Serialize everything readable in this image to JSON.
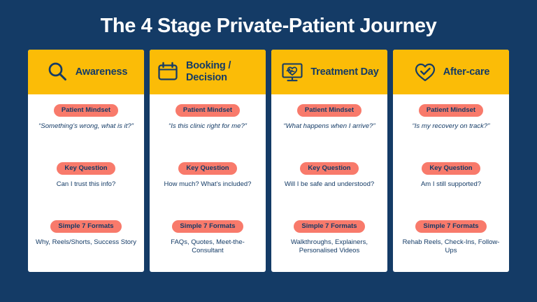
{
  "header": {
    "title": "The 4 Stage Private-Patient Journey"
  },
  "colors": {
    "background_navy": "#143b66",
    "card_white": "#ffffff",
    "header_yellow": "#fbbc07",
    "badge_salmon": "#f87a6b",
    "text_navy": "#143b66",
    "title_white": "#ffffff"
  },
  "labels": {
    "mindset_badge": "Patient Mindset",
    "question_badge": "Key Question",
    "formats_badge": "Simple 7 Formats"
  },
  "cards": [
    {
      "icon": "magnifying-glass-icon",
      "title": "Awareness",
      "mindset_badge": "Patient Mindset",
      "mindset_text": "“Something’s wrong, what is it?”",
      "question_badge": "Key Question",
      "question_text": "Can I trust this info?",
      "formats_badge": "Simple 7 Formats",
      "formats_text": "Why, Reels/Shorts, Success Story"
    },
    {
      "icon": "calendar-icon",
      "title": "Booking / Decision",
      "mindset_badge": "Patient Mindset",
      "mindset_text": "“Is this clinic right for me?”",
      "question_badge": "Key Question",
      "question_text": "How much? What’s included?",
      "formats_badge": "Simple 7 Formats",
      "formats_text": "FAQs, Quotes, Meet-the-Consultant"
    },
    {
      "icon": "monitor-heartbeat-icon",
      "title": "Treatment Day",
      "mindset_badge": "Patient Mindset",
      "mindset_text": "“What happens when I arrive?”",
      "question_badge": "Key Question",
      "question_text": "Will I be safe and understood?",
      "formats_badge": "Simple 7 Formats",
      "formats_text": "Walkthroughs, Explainers, Personalised Videos"
    },
    {
      "icon": "heart-check-icon",
      "title": "After-care",
      "mindset_badge": "Patient Mindset",
      "mindset_text": "“Is my recovery on track?”",
      "question_badge": "Key Question",
      "question_text": "Am I still supported?",
      "formats_badge": "Simple 7 Formats",
      "formats_text": "Rehab Reels, Check-Ins, Follow-Ups"
    }
  ]
}
